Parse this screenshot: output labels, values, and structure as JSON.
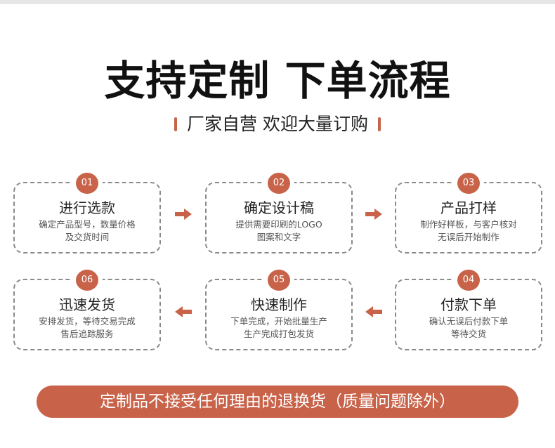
{
  "header": {
    "title": "支持定制 下单流程",
    "subtitle": "厂家自营 欢迎大量订购"
  },
  "colors": {
    "accent": "#c8634a",
    "border": "#8a8a8a",
    "text": "#222222"
  },
  "steps": [
    {
      "num": "01",
      "title": "进行选款",
      "desc1": "确定产品型号，数量价格",
      "desc2": "及交货时间"
    },
    {
      "num": "02",
      "title": "确定设计稿",
      "desc1": "提供需要印刷的LOGO",
      "desc2": "图案和文字"
    },
    {
      "num": "03",
      "title": "产品打样",
      "desc1": "制作好样板，与客户核对",
      "desc2": "无误后开始制作"
    },
    {
      "num": "04",
      "title": "付款下单",
      "desc1": "确认无误后付款下单",
      "desc2": "等待交货"
    },
    {
      "num": "05",
      "title": "快速制作",
      "desc1": "下单完成，开始批量生产",
      "desc2": "生产完成打包发货"
    },
    {
      "num": "06",
      "title": "迅速发货",
      "desc1": "安排发货，等待交易完成",
      "desc2": "售后追踪服务"
    }
  ],
  "arrows": [
    {
      "direction": "right",
      "icon": "arrow-right-icon"
    },
    {
      "direction": "right",
      "icon": "arrow-right-icon"
    },
    {
      "direction": "left",
      "icon": "arrow-left-icon"
    },
    {
      "direction": "left",
      "icon": "arrow-left-icon"
    }
  ],
  "footer": {
    "notice": "定制品不接受任何理由的退换货（质量问题除外）"
  }
}
